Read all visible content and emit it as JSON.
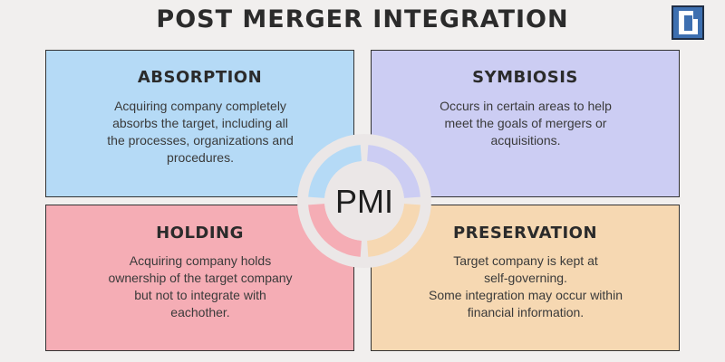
{
  "title": "POST MERGER INTEGRATION",
  "center_label": "PMI",
  "logo": {
    "icon": "bracket-logo-icon",
    "color": "#3d6fb0"
  },
  "quadrants": [
    {
      "key": "absorption",
      "heading": "ABSORPTION",
      "lines": [
        "Acquiring company completely",
        "absorbs the target, including all",
        "the processes, organizations and",
        "procedures."
      ],
      "color": "#b5daf6"
    },
    {
      "key": "symbiosis",
      "heading": "SYMBIOSIS",
      "lines": [
        "Occurs in certain areas to help",
        "meet the goals of mergers or",
        "acquisitions."
      ],
      "color": "#cccdf3"
    },
    {
      "key": "holding",
      "heading": "HOLDING",
      "lines": [
        "Acquiring company holds",
        "ownership of the target company",
        "but not to integrate with",
        "eachother."
      ],
      "color": "#f5adb5"
    },
    {
      "key": "preservation",
      "heading": "PRESERVATION",
      "lines": [
        "Target company is kept at",
        "self-governing.",
        "Some integration may occur within",
        "financial information."
      ],
      "color": "#f6d8b2"
    }
  ]
}
